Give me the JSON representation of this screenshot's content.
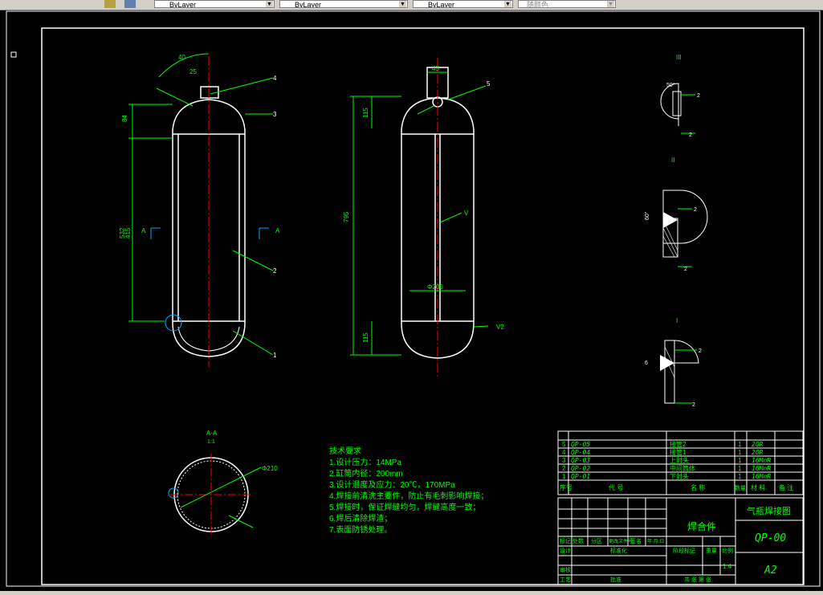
{
  "toolbar": {
    "color_combo": "ByLayer",
    "linetype_combo": "ByLayer",
    "lineweight_combo": "ByLayer",
    "plotstyle_combo": "随颜色"
  },
  "drawing": {
    "tech_title": "技术要求",
    "tech_notes": [
      "1.设计压力：14MPa",
      "2.缸筒内径：200mm",
      "3.设计温度及应力：20℃，170MPa",
      "4.焊接前清洗主要件，防止有毛刺影响焊接；",
      "5.焊接时，保证焊缝均匀，焊缝高度一致；",
      "6.焊后清除焊渣；",
      "7.表面防锈处理。"
    ],
    "section_label": "A-A",
    "scale_label": "1:1",
    "detail_labels": [
      "III",
      "II",
      "I"
    ],
    "balloons": [
      "4",
      "3",
      "2",
      "1",
      "5"
    ],
    "section_marks": [
      "A",
      "A"
    ],
    "dims": {
      "d40": "40",
      "d25": "25",
      "d84": "84",
      "d532": "532",
      "d415": "415",
      "d795": "795",
      "d115": "115",
      "d200": "Φ200",
      "d210": "Φ210",
      "d45": "45",
      "d60": "60°",
      "d50": "50°",
      "d2": "2",
      "d6": "6",
      "v": "V",
      "v2": "V2"
    }
  },
  "bom": {
    "rows": [
      {
        "no": "5",
        "code": "QP-05",
        "name": "接管2",
        "qty": "1",
        "material": "20R"
      },
      {
        "no": "4",
        "code": "QP-04",
        "name": "接管1",
        "qty": "1",
        "material": "20R"
      },
      {
        "no": "3",
        "code": "QP-03",
        "name": "上封头",
        "qty": "1",
        "material": "16MnR"
      },
      {
        "no": "2",
        "code": "QP-02",
        "name": "中间筒体",
        "qty": "1",
        "material": "16MnR"
      },
      {
        "no": "1",
        "code": "QP-01",
        "name": "下封头",
        "qty": "1",
        "material": "16MnR"
      }
    ],
    "header": {
      "no": "序号",
      "code": "代  号",
      "name": "名  称",
      "qty": "数量",
      "material": "材  料",
      "remark": "备  注"
    }
  },
  "titleblock": {
    "part_name": "焊合件",
    "drawing_title": "气瓶焊接图",
    "drawing_no": "QP-00",
    "sheet": "A2",
    "scale": "1:4",
    "labels": {
      "mark": "标记",
      "count": "处数",
      "zone": "分区",
      "doc": "更改文件号",
      "sign": "签名",
      "date": "年.月.日",
      "design": "设计",
      "std": "标准化",
      "stage": "阶段标记",
      "weight": "重量",
      "ratio": "比例",
      "check": "审核",
      "craft": "工艺",
      "approve": "批准",
      "total": "共  张  第  张"
    }
  }
}
